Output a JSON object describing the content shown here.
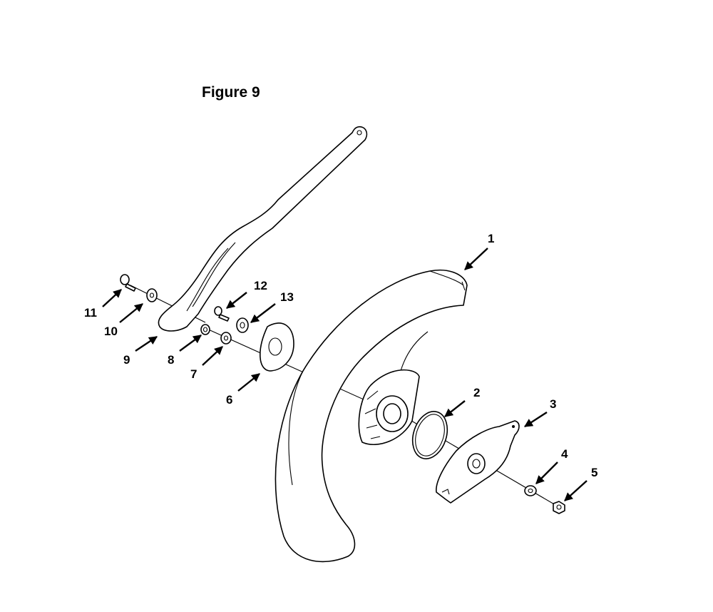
{
  "figure": {
    "title": "Figure 9"
  },
  "callouts": [
    {
      "id": "1",
      "label": "1"
    },
    {
      "id": "2",
      "label": "2"
    },
    {
      "id": "3",
      "label": "3"
    },
    {
      "id": "4",
      "label": "4"
    },
    {
      "id": "5",
      "label": "5"
    },
    {
      "id": "6",
      "label": "6"
    },
    {
      "id": "7",
      "label": "7"
    },
    {
      "id": "8",
      "label": "8"
    },
    {
      "id": "9",
      "label": "9"
    },
    {
      "id": "10",
      "label": "10"
    },
    {
      "id": "11",
      "label": "11"
    },
    {
      "id": "12",
      "label": "12"
    },
    {
      "id": "13",
      "label": "13"
    }
  ],
  "colors": {
    "line": "#000000",
    "background": "#ffffff"
  }
}
